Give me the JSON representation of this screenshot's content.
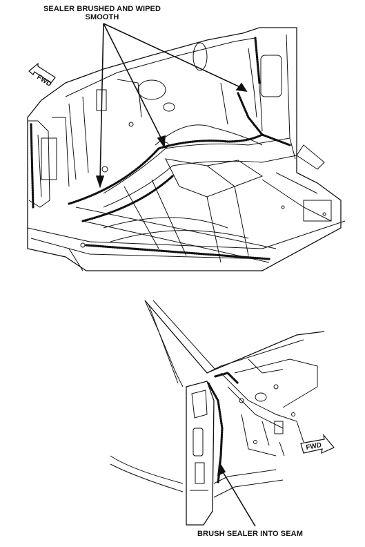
{
  "callouts": {
    "top_label_line1": "SEALER BRUSHED AND WIPED",
    "top_label_line2": "SMOOTH",
    "bottom_label": "BRUSH SEALER INTO SEAM"
  },
  "fwd_markers": {
    "top": "FWD",
    "bottom": "FWD"
  },
  "colors": {
    "ink": "#111111",
    "background": "#ffffff"
  }
}
